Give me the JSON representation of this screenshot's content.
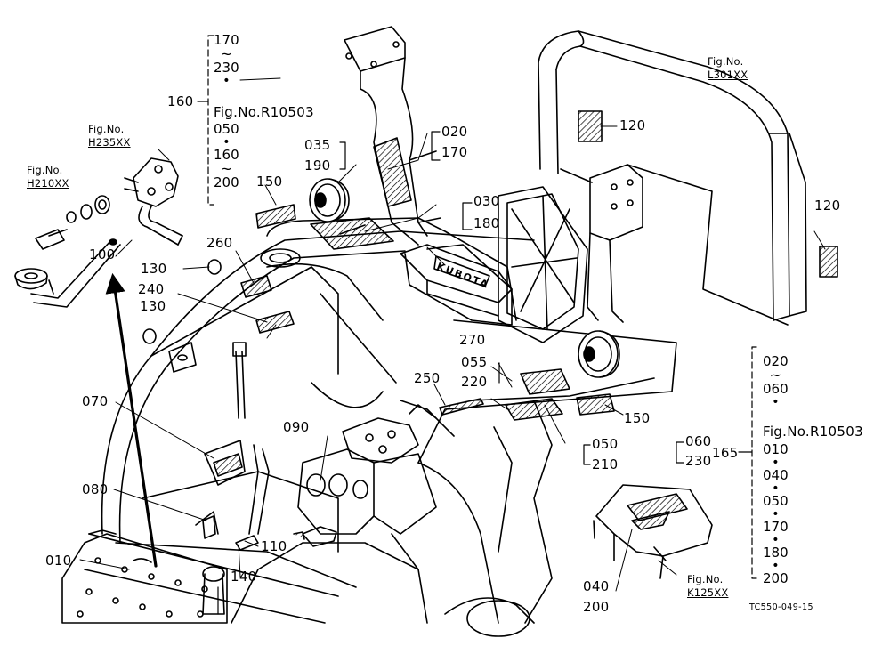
{
  "diagram": {
    "ref_labels": [
      {
        "id": "160",
        "text": "160"
      },
      {
        "id": "165",
        "text": "165"
      },
      {
        "id": "035",
        "text": "035"
      },
      {
        "id": "190",
        "text": "190"
      },
      {
        "id": "150a",
        "text": "150"
      },
      {
        "id": "020",
        "text": "020"
      },
      {
        "id": "170",
        "text": "170"
      },
      {
        "id": "030",
        "text": "030"
      },
      {
        "id": "180",
        "text": "180"
      },
      {
        "id": "120a",
        "text": "120"
      },
      {
        "id": "120b",
        "text": "120"
      },
      {
        "id": "260",
        "text": "260"
      },
      {
        "id": "130a",
        "text": "130"
      },
      {
        "id": "240",
        "text": "240"
      },
      {
        "id": "130b",
        "text": "130"
      },
      {
        "id": "100",
        "text": "100"
      },
      {
        "id": "270",
        "text": "270"
      },
      {
        "id": "055",
        "text": "055"
      },
      {
        "id": "220",
        "text": "220"
      },
      {
        "id": "250",
        "text": "250"
      },
      {
        "id": "150b",
        "text": "150"
      },
      {
        "id": "050",
        "text": "050"
      },
      {
        "id": "210",
        "text": "210"
      },
      {
        "id": "070",
        "text": "070"
      },
      {
        "id": "090",
        "text": "090"
      },
      {
        "id": "060",
        "text": "060"
      },
      {
        "id": "230",
        "text": "230"
      },
      {
        "id": "080",
        "text": "080"
      },
      {
        "id": "110",
        "text": "110"
      },
      {
        "id": "010",
        "text": "010"
      },
      {
        "id": "140",
        "text": "140"
      },
      {
        "id": "040",
        "text": "040"
      },
      {
        "id": "200",
        "text": "200"
      }
    ],
    "fig_refs": [
      {
        "id": "l301",
        "line1": "Fig.No.",
        "line2": "L301XX"
      },
      {
        "id": "h235",
        "line1": "Fig.No.",
        "line2": "H235XX"
      },
      {
        "id": "h210",
        "line1": "Fig.No.",
        "line2": "H210XX"
      },
      {
        "id": "k125",
        "line1": "Fig.No.",
        "line2": "K125XX"
      }
    ],
    "set_160": {
      "items": [
        "170",
        "~",
        "230",
        "•",
        "Fig.No.R10503",
        "050",
        "•",
        "160",
        "~",
        "200"
      ]
    },
    "set_165": {
      "items": [
        "020",
        "~",
        "060",
        "•",
        "Fig.No.R10503",
        "010",
        "•",
        "040",
        "•",
        "050",
        "•",
        "170",
        "•",
        "180",
        "•",
        "200"
      ]
    },
    "drawing_code": "TC550-049-15",
    "brand_text": "KUBOTA"
  }
}
